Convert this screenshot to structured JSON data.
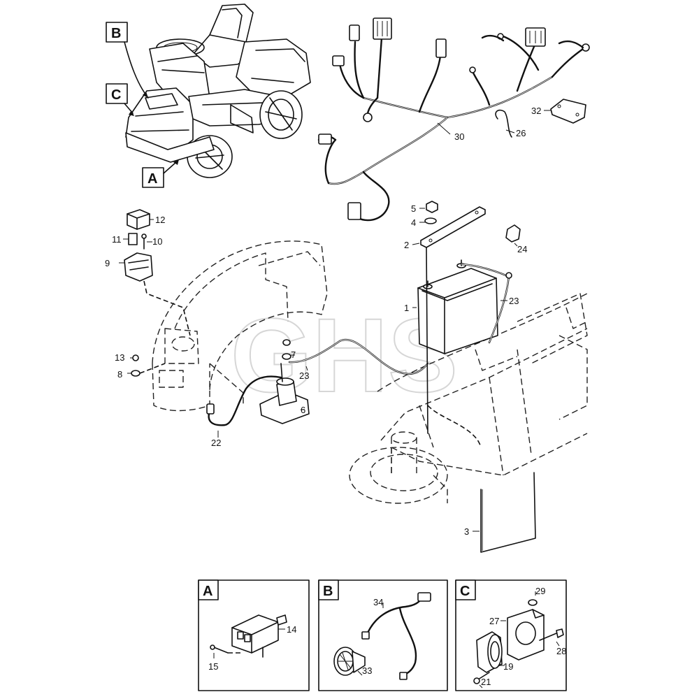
{
  "watermark": "GHS",
  "callout_letters": {
    "a": "A",
    "b": "B",
    "c": "C"
  },
  "detail_panels": {
    "a": {
      "letter": "A",
      "parts": [
        "14",
        "15"
      ]
    },
    "b": {
      "letter": "B",
      "parts": [
        "34",
        "33"
      ]
    },
    "c": {
      "letter": "C",
      "parts": [
        "29",
        "27",
        "19",
        "21",
        "28"
      ]
    }
  },
  "part_numbers": {
    "p1": "1",
    "p2": "2",
    "p3": "3",
    "p4": "4",
    "p5": "5",
    "p6": "6",
    "p7": "7",
    "p8": "8",
    "p9": "9",
    "p10": "10",
    "p11": "11",
    "p12": "12",
    "p13": "13",
    "p22": "22",
    "p23a": "23",
    "p23b": "23",
    "p24": "24",
    "p26": "26",
    "p30": "30",
    "p32": "32"
  }
}
